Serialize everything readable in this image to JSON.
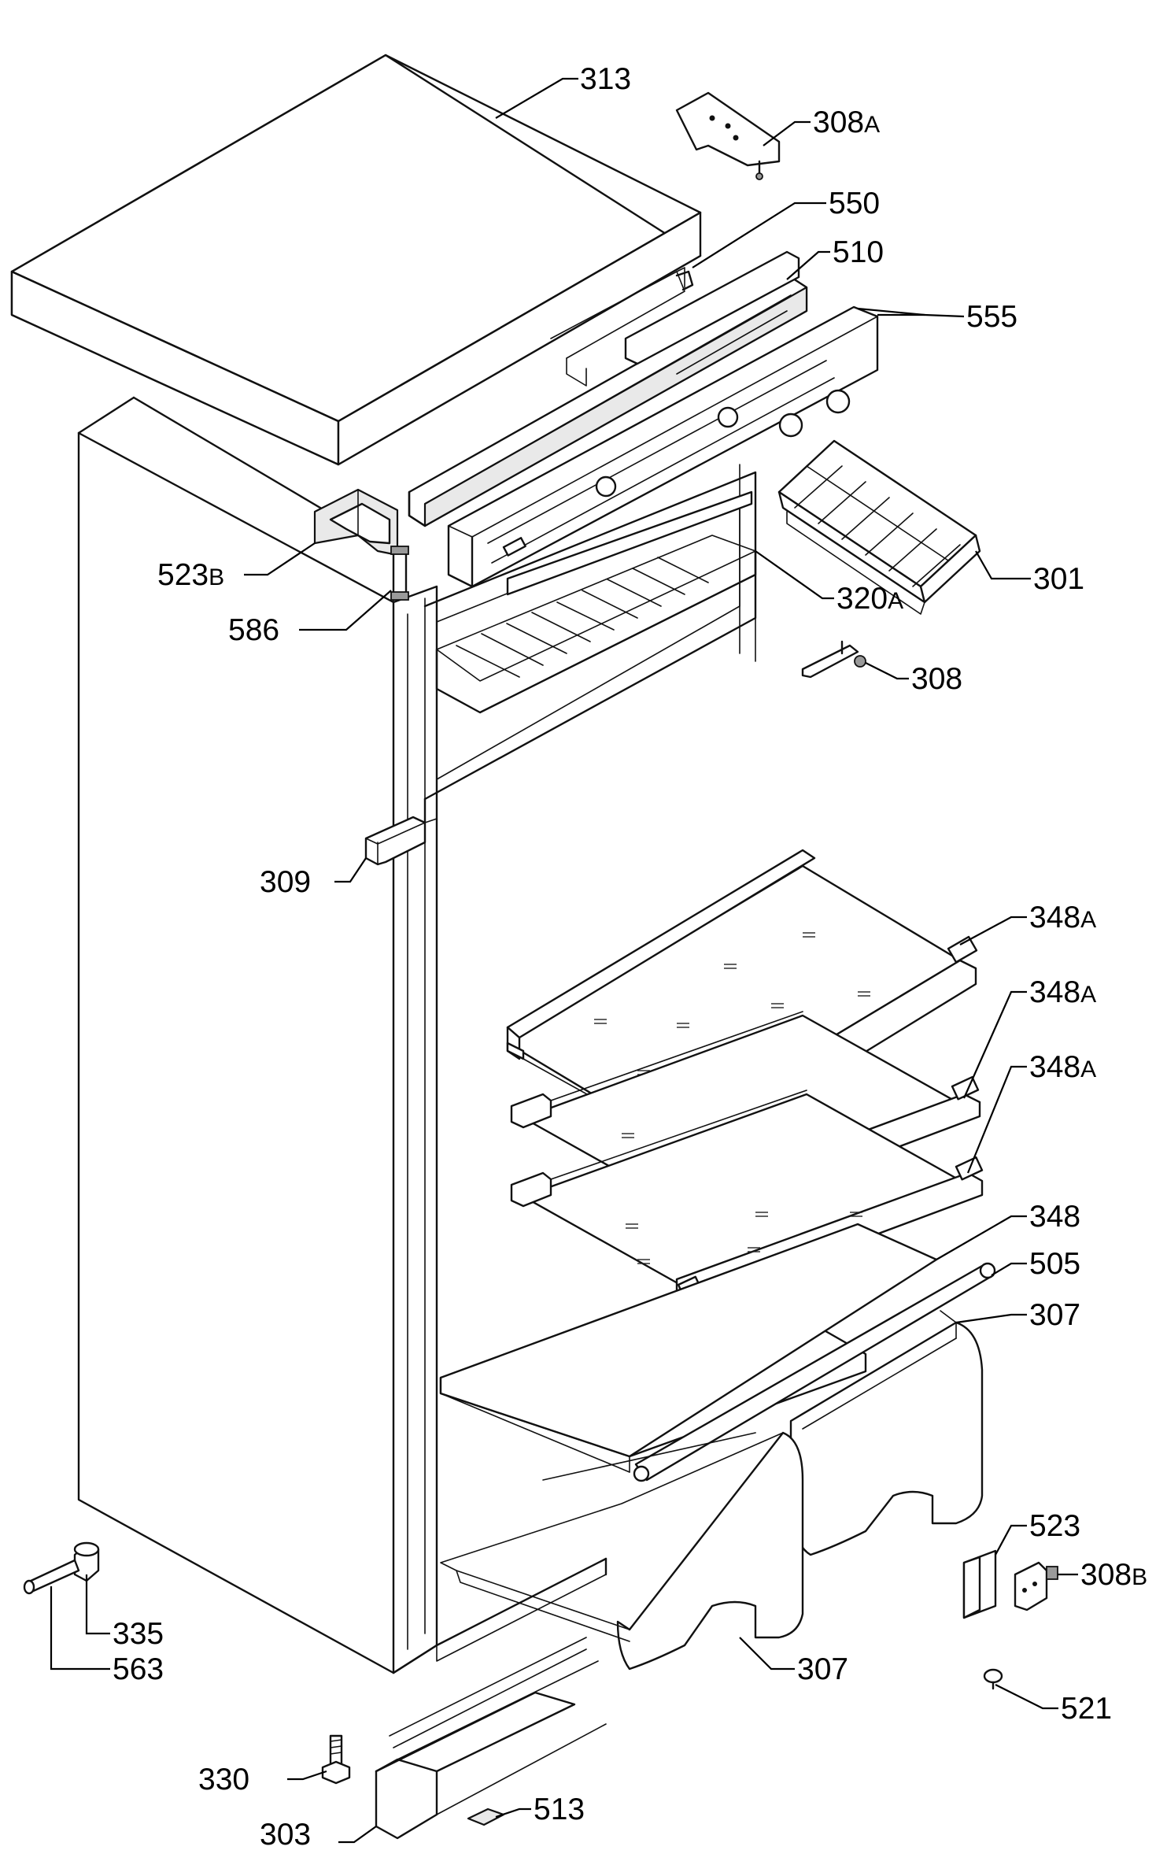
{
  "diagram": {
    "parts": [
      {
        "id": "p313",
        "number": "313",
        "suffix": ""
      },
      {
        "id": "p308a",
        "number": "308",
        "suffix": "A"
      },
      {
        "id": "p550",
        "number": "550",
        "suffix": ""
      },
      {
        "id": "p510",
        "number": "510",
        "suffix": ""
      },
      {
        "id": "p555",
        "number": "555",
        "suffix": ""
      },
      {
        "id": "p301",
        "number": "301",
        "suffix": ""
      },
      {
        "id": "p523b",
        "number": "523",
        "suffix": "B"
      },
      {
        "id": "p320a",
        "number": "320",
        "suffix": "A"
      },
      {
        "id": "p586",
        "number": "586",
        "suffix": ""
      },
      {
        "id": "p308",
        "number": "308",
        "suffix": ""
      },
      {
        "id": "p309",
        "number": "309",
        "suffix": ""
      },
      {
        "id": "p348a1",
        "number": "348",
        "suffix": "A"
      },
      {
        "id": "p348a2",
        "number": "348",
        "suffix": "A"
      },
      {
        "id": "p348a3",
        "number": "348",
        "suffix": "A"
      },
      {
        "id": "p348",
        "number": "348",
        "suffix": ""
      },
      {
        "id": "p505",
        "number": "505",
        "suffix": ""
      },
      {
        "id": "p307a",
        "number": "307",
        "suffix": ""
      },
      {
        "id": "p523",
        "number": "523",
        "suffix": ""
      },
      {
        "id": "p308b",
        "number": "308",
        "suffix": "B"
      },
      {
        "id": "p335",
        "number": "335",
        "suffix": ""
      },
      {
        "id": "p307b",
        "number": "307",
        "suffix": ""
      },
      {
        "id": "p563",
        "number": "563",
        "suffix": ""
      },
      {
        "id": "p521",
        "number": "521",
        "suffix": ""
      },
      {
        "id": "p330",
        "number": "330",
        "suffix": ""
      },
      {
        "id": "p513",
        "number": "513",
        "suffix": ""
      },
      {
        "id": "p303",
        "number": "303",
        "suffix": ""
      }
    ]
  }
}
